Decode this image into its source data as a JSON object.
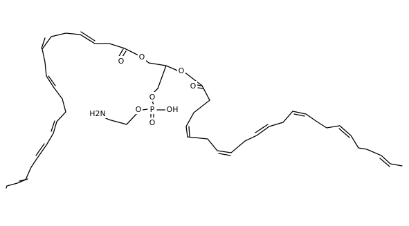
{
  "molecule": {
    "atom_labels": {
      "ester_o1": "O",
      "carbonyl_o1": "O",
      "ester_o2": "O",
      "carbonyl_o2": "O",
      "phosphate_o_glycerol": "O",
      "phosphorus": "P",
      "phosphate_oh": "OH",
      "phosphate_o_ethyl": "O",
      "phosphoryl_o": "O",
      "amine": "H2N"
    }
  }
}
